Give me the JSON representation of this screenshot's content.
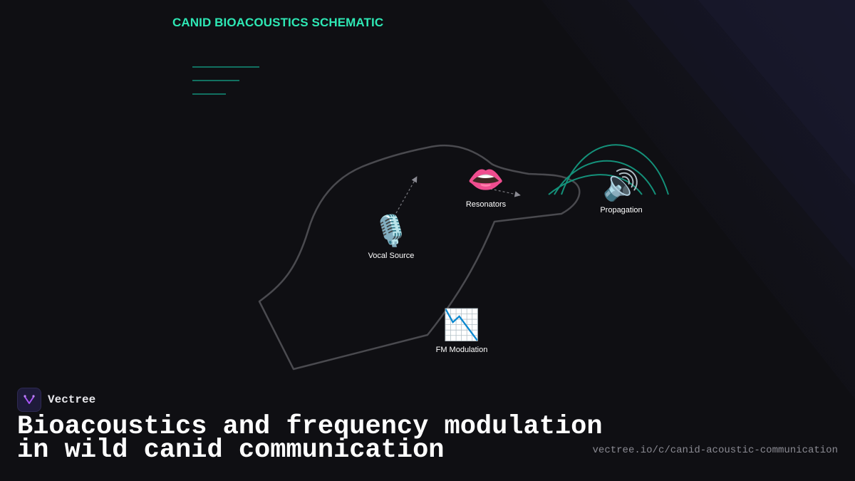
{
  "diagram": {
    "title": "CANID BIOACOUSTICS SCHEMATIC",
    "nodes": {
      "vocal_source": {
        "label": "Vocal Source",
        "icon": "microphone-icon",
        "glyph": "🎙️"
      },
      "resonators": {
        "label": "Resonators",
        "icon": "mouth-icon",
        "glyph": "👄"
      },
      "propagation": {
        "label": "Propagation",
        "icon": "speaker-icon",
        "glyph": "🔊"
      },
      "fm_modulation": {
        "label": "FM Modulation",
        "icon": "chart-decreasing-icon",
        "glyph": "📉"
      }
    }
  },
  "brand": {
    "name": "Vectree",
    "logo_icon": "vectree-logo-icon"
  },
  "headline": {
    "line1": "Bioacoustics and frequency modulation",
    "line2": "in wild canid communication"
  },
  "url": "vectree.io/c/canid-acoustic-communication",
  "colors": {
    "background": "#0f0f13",
    "accent": "#2ee8b5",
    "wave": "#14917a",
    "outline": "#4a4a4f",
    "logo_bg": "#1e1b3a",
    "logo_mark": "#a855f7"
  }
}
